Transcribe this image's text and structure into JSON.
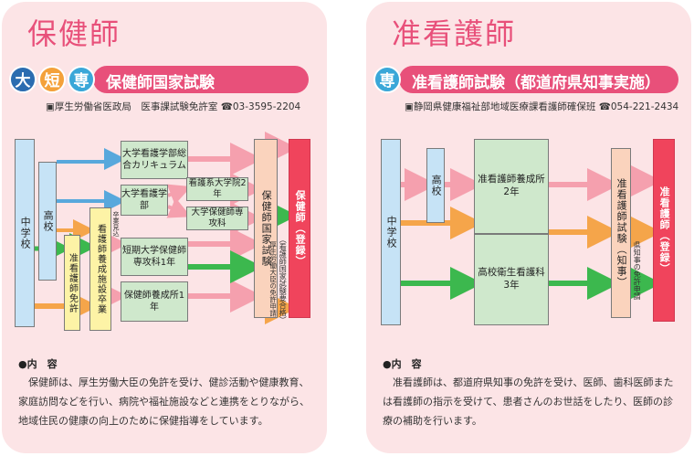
{
  "left": {
    "title": "保健師",
    "badges": [
      "大",
      "短",
      "専"
    ],
    "badge_colors": [
      "#2b6cb0",
      "#f4a13a",
      "#3aa7d8"
    ],
    "exam_title": "保健師国家試験",
    "contact_office": "厚生労働省医政局　医事課試験免許室",
    "contact_phone": "03-3595-2204",
    "boxes": {
      "middle_school": "中学校",
      "high_school": "高校",
      "nurse_license": "准看護師免許",
      "nurse_grad": "看護師養成施設卒業",
      "univ_curriculum": "大学看護学部総合カリキュラム",
      "univ_nursing": "大学看護学部",
      "grad_school": "看護系大学院2年",
      "univ_special": "大学保健師専攻科",
      "junior_college": "短期大学保健師専攻科1年",
      "training_school": "保健師養成所1年",
      "exam": "保健師国家試験",
      "registration": "保健師（登録）"
    },
    "note_exam": "（看護師国家試験要合格）",
    "note_license": "厚生労働大臣の免許申請",
    "note_graduate": "卒業見込",
    "content_heading": "●内　容",
    "content_text": "保健師は、厚生労働大臣の免許を受け、健診活動や健康教育、家庭訪問などを行い、病院や福祉施設などと連携をとりながら、地域住民の健康の向上のために保健指導をしています。"
  },
  "right": {
    "title": "准看護師",
    "badge": "専",
    "badge_color": "#3aa7d8",
    "exam_title": "准看護師試験（都道府県知事実施）",
    "contact_office": "静岡県健康福祉部地域医療課看護師確保班",
    "contact_phone": "054-221-2434",
    "boxes": {
      "middle_school": "中学校",
      "high_school": "高校",
      "training_school": "准看護師養成所2年",
      "high_school_course": "高校衛生看護科3年",
      "exam": "准看護師試験（知事）",
      "registration": "准看護師（登録）"
    },
    "note_license": "県知事の免許申請",
    "content_heading": "●内　容",
    "content_text": "准看護師は、都道府県知事の免許を受け、医師、歯科医師または看護師の指示を受けて、患者さんのお世話をしたり、医師の診療の補助を行います。"
  },
  "arrow_colors": {
    "pink": "#f5a0ae",
    "orange": "#f5a54a",
    "green": "#3cb84e",
    "blue": "#58a8dc"
  }
}
